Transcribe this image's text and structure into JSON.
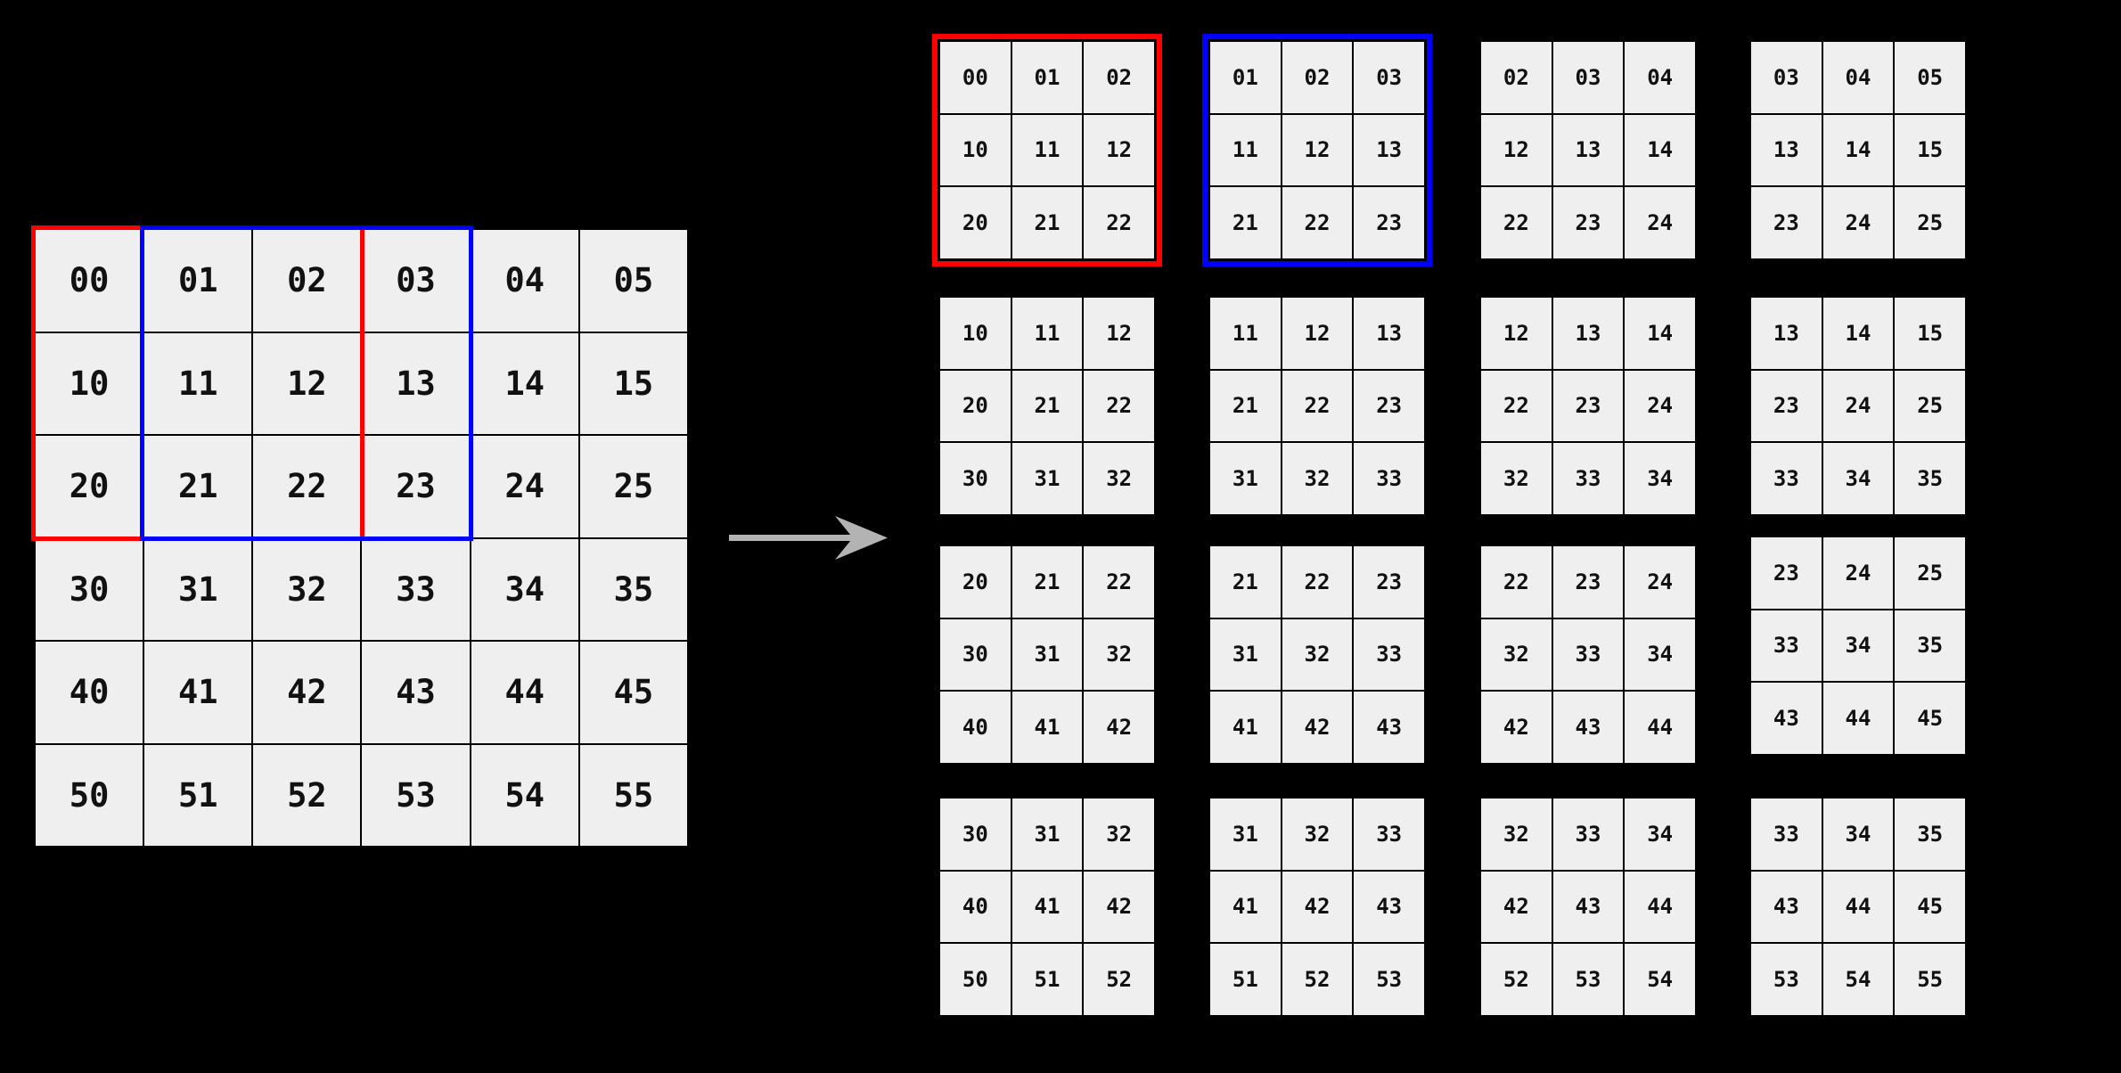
{
  "colors": {
    "background": "#000000",
    "cell_fill": "#efefef",
    "grid_line": "#000000",
    "red_window": "#ff0000",
    "blue_window": "#0000ff",
    "arrow": "#b3b3b3",
    "digit": "#111111"
  },
  "source_grid": {
    "rows": [
      [
        "00",
        "01",
        "02",
        "03",
        "04",
        "05"
      ],
      [
        "10",
        "11",
        "12",
        "13",
        "14",
        "15"
      ],
      [
        "20",
        "21",
        "22",
        "23",
        "24",
        "25"
      ],
      [
        "30",
        "31",
        "32",
        "33",
        "34",
        "35"
      ],
      [
        "40",
        "41",
        "42",
        "43",
        "44",
        "45"
      ],
      [
        "50",
        "51",
        "52",
        "53",
        "54",
        "55"
      ]
    ],
    "red_window": {
      "row_span": [
        0,
        2
      ],
      "col_span": [
        0,
        2
      ],
      "top_left_cell": "00",
      "bottom_right_cell": "22"
    },
    "blue_window": {
      "row_span": [
        0,
        2
      ],
      "col_span": [
        1,
        3
      ],
      "top_left_cell": "01",
      "bottom_right_cell": "23"
    }
  },
  "arrow": {
    "glyph": "right-arrow",
    "color": "#b3b3b3"
  },
  "patches": [
    {
      "row": 0,
      "col": 0,
      "highlight": "red",
      "grid": [
        [
          "00",
          "01",
          "02"
        ],
        [
          "10",
          "11",
          "12"
        ],
        [
          "20",
          "21",
          "22"
        ]
      ]
    },
    {
      "row": 0,
      "col": 1,
      "highlight": "blue",
      "grid": [
        [
          "01",
          "02",
          "03"
        ],
        [
          "11",
          "12",
          "13"
        ],
        [
          "21",
          "22",
          "23"
        ]
      ]
    },
    {
      "row": 0,
      "col": 2,
      "highlight": null,
      "grid": [
        [
          "02",
          "03",
          "04"
        ],
        [
          "12",
          "13",
          "14"
        ],
        [
          "22",
          "23",
          "24"
        ]
      ]
    },
    {
      "row": 0,
      "col": 3,
      "highlight": null,
      "grid": [
        [
          "03",
          "04",
          "05"
        ],
        [
          "13",
          "14",
          "15"
        ],
        [
          "23",
          "24",
          "25"
        ]
      ]
    },
    {
      "row": 1,
      "col": 0,
      "highlight": null,
      "grid": [
        [
          "10",
          "11",
          "12"
        ],
        [
          "20",
          "21",
          "22"
        ],
        [
          "30",
          "31",
          "32"
        ]
      ]
    },
    {
      "row": 1,
      "col": 1,
      "highlight": null,
      "grid": [
        [
          "11",
          "12",
          "13"
        ],
        [
          "21",
          "22",
          "23"
        ],
        [
          "31",
          "32",
          "33"
        ]
      ]
    },
    {
      "row": 1,
      "col": 2,
      "highlight": null,
      "grid": [
        [
          "12",
          "13",
          "14"
        ],
        [
          "22",
          "23",
          "24"
        ],
        [
          "32",
          "33",
          "34"
        ]
      ]
    },
    {
      "row": 1,
      "col": 3,
      "highlight": null,
      "grid": [
        [
          "13",
          "14",
          "15"
        ],
        [
          "23",
          "24",
          "25"
        ],
        [
          "33",
          "34",
          "35"
        ]
      ]
    },
    {
      "row": 2,
      "col": 0,
      "highlight": null,
      "grid": [
        [
          "20",
          "21",
          "22"
        ],
        [
          "30",
          "31",
          "32"
        ],
        [
          "40",
          "41",
          "42"
        ]
      ]
    },
    {
      "row": 2,
      "col": 1,
      "highlight": null,
      "grid": [
        [
          "21",
          "22",
          "23"
        ],
        [
          "31",
          "32",
          "33"
        ],
        [
          "41",
          "42",
          "43"
        ]
      ]
    },
    {
      "row": 2,
      "col": 2,
      "highlight": null,
      "grid": [
        [
          "22",
          "23",
          "24"
        ],
        [
          "32",
          "33",
          "34"
        ],
        [
          "42",
          "43",
          "44"
        ]
      ]
    },
    {
      "row": 2,
      "col": 3,
      "highlight": null,
      "grid": [
        [
          "23",
          "24",
          "25"
        ],
        [
          "33",
          "34",
          "35"
        ],
        [
          "43",
          "44",
          "45"
        ]
      ]
    },
    {
      "row": 3,
      "col": 0,
      "highlight": null,
      "grid": [
        [
          "30",
          "31",
          "32"
        ],
        [
          "40",
          "41",
          "42"
        ],
        [
          "50",
          "51",
          "52"
        ]
      ]
    },
    {
      "row": 3,
      "col": 1,
      "highlight": null,
      "grid": [
        [
          "31",
          "32",
          "33"
        ],
        [
          "41",
          "42",
          "43"
        ],
        [
          "51",
          "52",
          "53"
        ]
      ]
    },
    {
      "row": 3,
      "col": 2,
      "highlight": null,
      "grid": [
        [
          "32",
          "33",
          "34"
        ],
        [
          "42",
          "43",
          "44"
        ],
        [
          "52",
          "53",
          "54"
        ]
      ]
    },
    {
      "row": 3,
      "col": 3,
      "highlight": null,
      "grid": [
        [
          "33",
          "34",
          "35"
        ],
        [
          "43",
          "44",
          "45"
        ],
        [
          "53",
          "54",
          "55"
        ]
      ]
    }
  ]
}
